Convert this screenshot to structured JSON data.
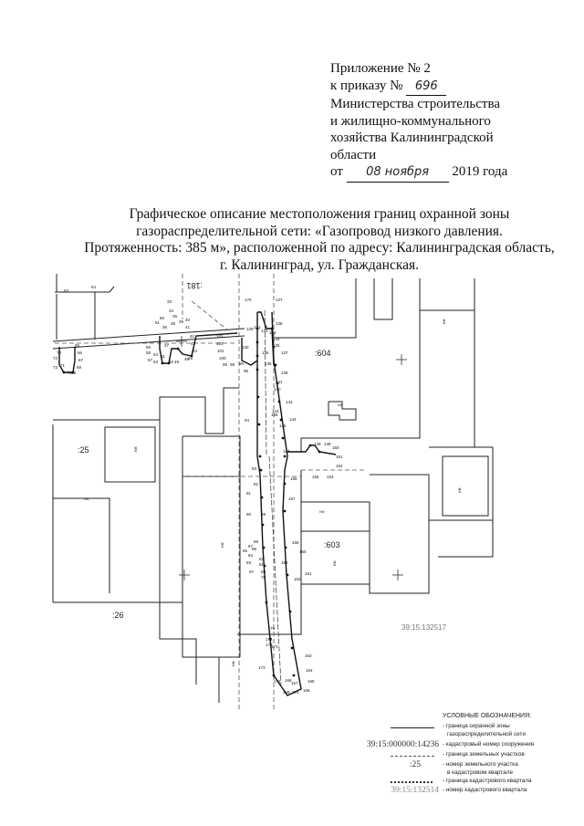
{
  "header": {
    "line1": "Приложение № 2",
    "line2_prefix": "к приказу №",
    "order_number": "696",
    "line3": "Министерства строительства",
    "line4": "и жилищно-коммунального",
    "line5": "хозяйства Калининградской",
    "line6": "области",
    "date_prefix": "от",
    "date_handwritten": "08 ноября",
    "date_suffix": "2019 года"
  },
  "title": {
    "line1": "Графическое описание местоположения границ охранной зоны",
    "line2": "газораспределительной сети: «Газопровод низкого давления.",
    "line3": "Протяженность: 385 м», расположенной по адресу: Калининградская область,",
    "line4": "г. Калининград, ул. Гражданская."
  },
  "map": {
    "parcel_labels": [
      ":604",
      ":25",
      ":26",
      ":603",
      ":181"
    ],
    "quarter_number": "39:15:132517",
    "building_label": "нж",
    "points": {
      "p63": "63",
      "p64": "64",
      "p33": "33",
      "p34": "34",
      "p35": "35",
      "p36": "36",
      "p37": "37",
      "p38": "38",
      "p39": "39",
      "p40": "40",
      "p41": "41",
      "p42": "42",
      "p43": "43",
      "p44": "44",
      "p45": "45",
      "p46": "46",
      "p47": "47",
      "p48": "48",
      "p49": "49",
      "p50": "50",
      "p51": "51",
      "p52": "52",
      "p53": "53",
      "p54": "54",
      "p55": "55",
      "p56": "56",
      "p57": "57",
      "p58": "58",
      "p59": "59",
      "p60": "60",
      "p61": "61",
      "p65": "65",
      "p66": "66",
      "p67": "67",
      "p68": "68",
      "p69": "69",
      "p70": "70",
      "p71": "71",
      "p72": "72",
      "p73": "73",
      "p74": "74",
      "p79": "79",
      "p80": "80",
      "p81": "81",
      "p82": "82",
      "p83": "83",
      "p84": "84",
      "p85": "85",
      "p86": "86",
      "p87": "87",
      "p88": "88",
      "p89": "89",
      "p90": "90",
      "p91": "91",
      "p92": "92",
      "p93": "93",
      "p94": "94",
      "p95": "95",
      "p96": "96",
      "p97": "97",
      "p98": "98",
      "p99": "99",
      "p100": "100",
      "p101": "101",
      "p102": "102",
      "p103": "103",
      "p127": "127",
      "p128": "128",
      "p129": "129",
      "p130": "130",
      "p131": "131",
      "p132": "132",
      "p133": "133",
      "p134": "134",
      "p135": "135",
      "p136": "136",
      "p137": "137",
      "p138": "138",
      "p139": "139",
      "p140": "140",
      "p141": "141",
      "p142": "142",
      "p143": "143",
      "p144": "144",
      "p145": "145",
      "p146": "146",
      "p147": "147",
      "p148": "148",
      "p149": "149",
      "p150": "150",
      "p151": "151",
      "p152": "152",
      "p153": "153",
      "p155": "155",
      "p156": "156",
      "p157": "157",
      "p158": "158",
      "p159": "159",
      "p160": "160",
      "p161": "161",
      "p162": "162",
      "p163": "163",
      "p164": "164",
      "p165": "165",
      "p166": "166",
      "p167": "167",
      "p168": "168",
      "p169": "169",
      "p170": "170",
      "p171": "171",
      "p172": "172",
      "p173": "173",
      "p174": "174",
      "p175": "175"
    }
  },
  "legend": {
    "title": "УСЛОВНЫЕ ОБОЗНАЧЕНИЯ:",
    "item1_line1": "- граница охранной зоны",
    "item1_line2": "газораспределительной сети",
    "item2_symbol": "39:15:000000:14236",
    "item2_text": "- кадастровый номер сооружения",
    "item3_text": "- граница земельных участков",
    "item4_symbol": ":25",
    "item4_line1": "- номер земельного участка",
    "item4_line2": "в кадастровом квартале",
    "item5_text": "- граница кадастрового квартала",
    "item6_symbol": "39:15:132514",
    "item6_text": "- номер кадастрового квартала"
  }
}
